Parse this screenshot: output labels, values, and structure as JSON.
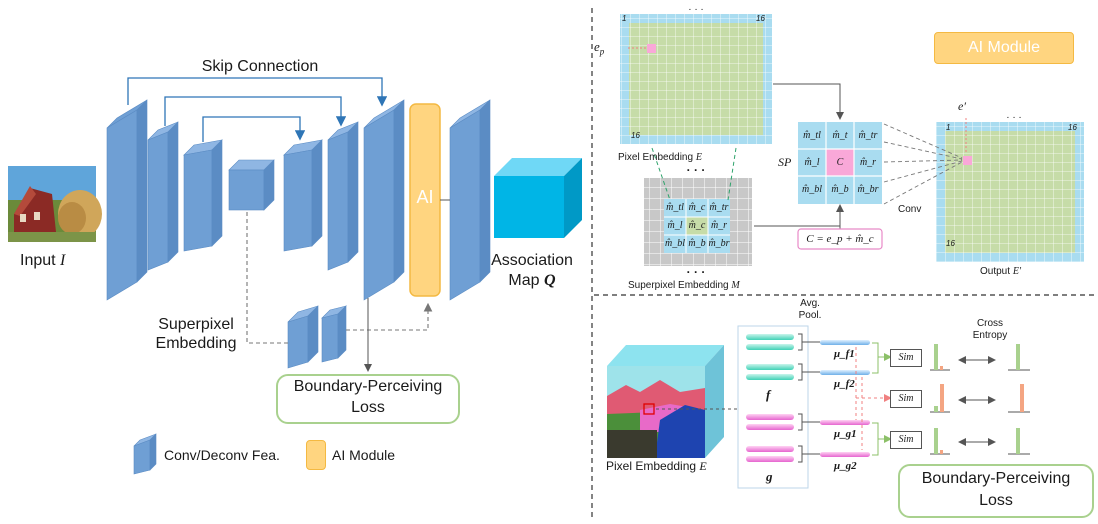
{
  "left": {
    "skip_connection": "Skip Connection",
    "input_label": "Input",
    "input_symbol": "I",
    "association_label": "Association",
    "association_map": "Map",
    "association_symbol": "Q",
    "ai_block": "AI",
    "superpixel_line1": "Superpixel",
    "superpixel_line2": "Embedding",
    "boundary_line1": "Boundary-Perceiving",
    "boundary_line2": "Loss",
    "legend_conv": "Conv/Deconv Fea.",
    "legend_ai": "AI Module"
  },
  "top_right": {
    "ai_module": "AI Module",
    "pixel_embedding": "Pixel Embedding",
    "pixel_embedding_symbol": "E",
    "superpixel_embedding": "Superpixel Embedding",
    "superpixel_embedding_symbol": "M",
    "ep": "e",
    "ep_sub": "p",
    "ep_prime": "e′",
    "sp_label": "SP",
    "conv_label": "Conv",
    "output_label": "Output",
    "output_symbol": "E′",
    "formula": "C = e_p + m̂_c",
    "grid_index_1": "1",
    "grid_index_16": "16",
    "ellipsis": "· · ·",
    "sp_cells": [
      "m̂_tl",
      "m̂_t",
      "m̂_tr",
      "m̂_l",
      "C",
      "m̂_r",
      "m̂_bl",
      "m̂_b",
      "m̂_br"
    ],
    "m_cells": [
      "m̂_tl",
      "m̂_c",
      "m̂_tr",
      "m̂_l",
      "m̂_c",
      "m̂_r",
      "m̂_bl",
      "m̂_b",
      "m̂_br"
    ]
  },
  "bottom_right": {
    "pixel_embedding": "Pixel Embedding",
    "pixel_embedding_symbol": "E",
    "avg_pool_line1": "Avg.",
    "avg_pool_line2": "Pool.",
    "f": "f",
    "g": "g",
    "mu_f1": "μ_f1",
    "mu_f2": "μ_f2",
    "mu_g1": "μ_g1",
    "mu_g2": "μ_g2",
    "sim": "Sim",
    "cross_line1": "Cross",
    "cross_line2": "Entropy",
    "boundary_line1": "Boundary-Perceiving",
    "boundary_line2": "Loss"
  },
  "colors": {
    "conv_blue": "#6f9fd4",
    "ai_yellow": "#ffd580",
    "grid_green": "#c6dca8",
    "grid_border_blue": "#a9dcf0",
    "highlight_pink": "#f9a8d8",
    "loss_green": "#a9d18e",
    "cube_cyan": "#00b5e6"
  }
}
